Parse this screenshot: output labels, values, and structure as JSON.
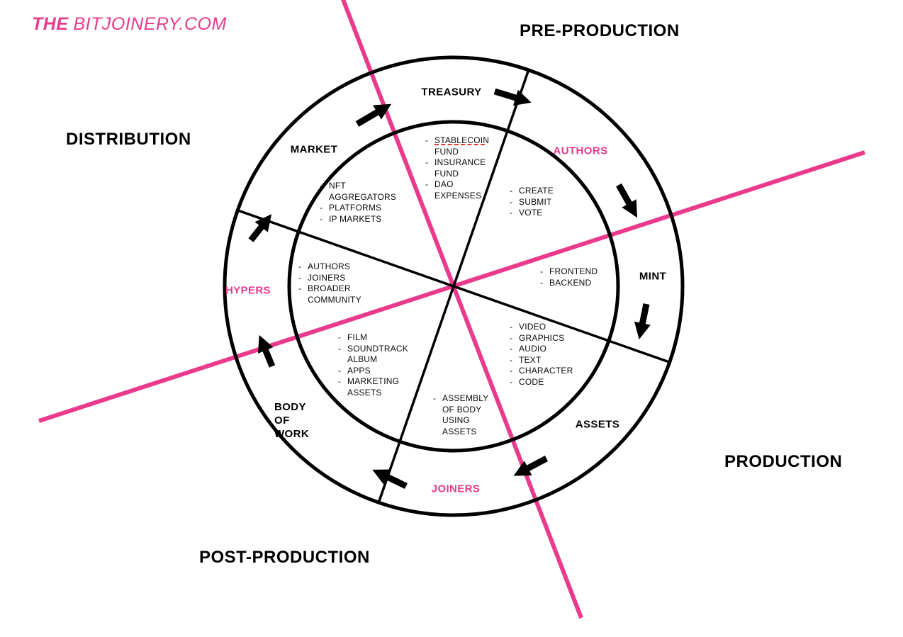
{
  "colors": {
    "pink": "#E93A8C",
    "black": "#000000",
    "spellcheck_red": "#E8372C",
    "background": "#FFFFFF"
  },
  "logo": {
    "brand_bold": "THE",
    "brand_rest": "BITJOINERY.COM"
  },
  "quadrants": {
    "top_right": "PRE-PRODUCTION",
    "left": "DISTRIBUTION",
    "bottom_right": "PRODUCTION",
    "bottom_left": "POST-PRODUCTION"
  },
  "wheel": {
    "sectors": [
      {
        "id": "treasury",
        "label": "TREASURY",
        "color": "black",
        "items": [
          "STABLECOIN FUND",
          "INSURANCE FUND",
          "DAO EXPENSES"
        ]
      },
      {
        "id": "authors",
        "label": "AUTHORS",
        "color": "pink",
        "items": [
          "CREATE",
          "SUBMIT",
          "VOTE"
        ]
      },
      {
        "id": "mint",
        "label": "MINT",
        "color": "black",
        "items": [
          "FRONTEND",
          "BACKEND"
        ]
      },
      {
        "id": "assets",
        "label": "ASSETS",
        "color": "black",
        "items": [
          "VIDEO",
          "GRAPHICS",
          "AUDIO",
          "TEXT",
          "CHARACTER",
          "CODE"
        ]
      },
      {
        "id": "joiners",
        "label": "JOINERS",
        "color": "pink",
        "items": [
          "ASSEMBLY OF BODY USING ASSETS"
        ]
      },
      {
        "id": "body-of-work",
        "label": "BODY OF WORK",
        "color": "black",
        "items": [
          "FILM",
          "SOUNDTRACK ALBUM",
          "APPS",
          "MARKETING ASSETS"
        ]
      },
      {
        "id": "hypers",
        "label": "HYPERS",
        "color": "pink",
        "items": [
          "AUTHORS",
          "JOINERS",
          "BROADER COMMUNITY"
        ]
      },
      {
        "id": "market",
        "label": "MARKET",
        "color": "black",
        "items": [
          "NFT AGGREGATORS",
          "PLATFORMS",
          "IP MARKETS"
        ]
      }
    ],
    "misspelled_word": "STABLECOIN"
  }
}
